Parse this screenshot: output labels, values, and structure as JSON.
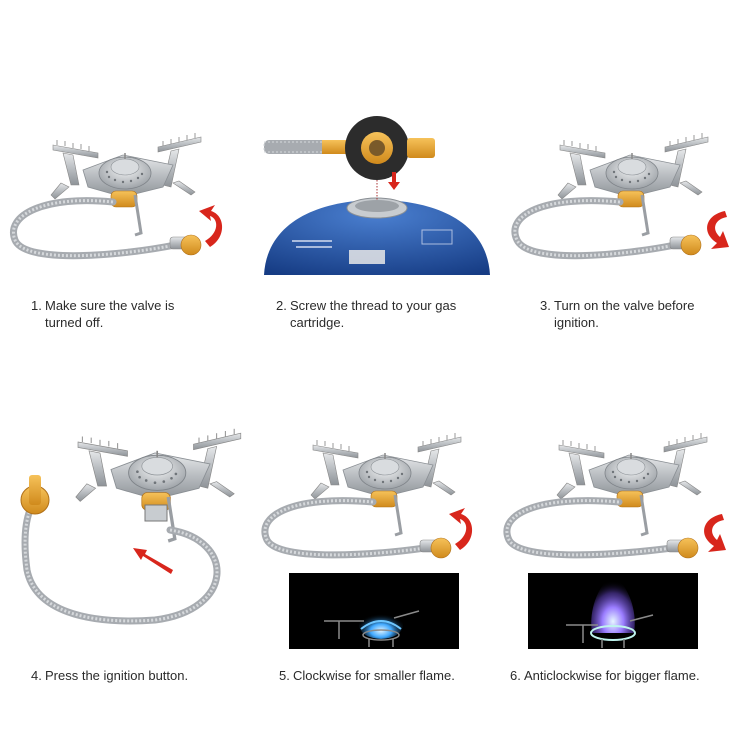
{
  "steps": [
    {
      "number": "1.",
      "line1": "Make sure the valve is",
      "line2": "turned off.",
      "illustration": "stove-valve-closed",
      "arrow": "rotate-arrow-red"
    },
    {
      "number": "2.",
      "line1": "Screw the thread to your gas",
      "line2": "cartridge.",
      "illustration": "valve-over-blue-gas-cartridge",
      "arrow": "down-arrow-red"
    },
    {
      "number": "3.",
      "line1": "Turn on the valve before",
      "line2": "ignition.",
      "illustration": "stove-valve-open",
      "arrow": "rotate-arrow-red"
    },
    {
      "number": "4.",
      "line1": "Press the ignition button.",
      "line2": "",
      "illustration": "stove-ignition-closeup",
      "arrow": "pointer-arrow-red"
    },
    {
      "number": "5.",
      "line1": "Clockwise for smaller flame.",
      "line2": "",
      "illustration": "stove-small-flame",
      "arrow": "rotate-arrow-red"
    },
    {
      "number": "6.",
      "line1": "Anticlockwise for bigger flame.",
      "line2": "",
      "illustration": "stove-big-flame",
      "arrow": "rotate-arrow-red"
    }
  ],
  "colors": {
    "background": "#ffffff",
    "text": "#2b2b2b",
    "arrow": "#d8261c",
    "brass": "#e0a030",
    "steel": "#bfc3c7",
    "cartridge": "#1e4fa0",
    "flame_small": "#3fa8ff",
    "flame_big": "#9a7cff"
  }
}
